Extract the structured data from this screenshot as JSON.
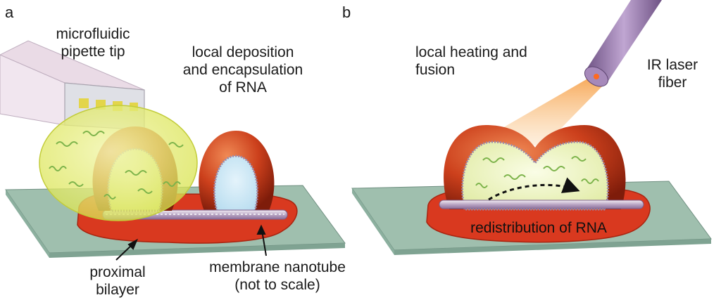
{
  "panel_a": {
    "letter": "a",
    "pipette_label": [
      "microfluidic",
      "pipette tip"
    ],
    "step_label": [
      "local deposition",
      "and encapsulation",
      "of RNA"
    ],
    "bilayer_label": [
      "proximal",
      "bilayer"
    ],
    "nanotube_label": [
      "membrane nanotube",
      "(not to scale)"
    ]
  },
  "panel_b": {
    "letter": "b",
    "step_label": [
      "local heating and",
      "fusion"
    ],
    "laser_label": [
      "IR laser",
      "fiber"
    ],
    "redistribution_label": "redistribution of RNA"
  },
  "colors": {
    "substrate": "#9fbfae",
    "bilayer_patch": "#d9391f",
    "vesicle": "#c8401d",
    "interior": "#e9f3b3",
    "droplet": "#dfe85a",
    "laser_fiber": "#9b7fb0",
    "rna_strand": "#7cb34a"
  }
}
